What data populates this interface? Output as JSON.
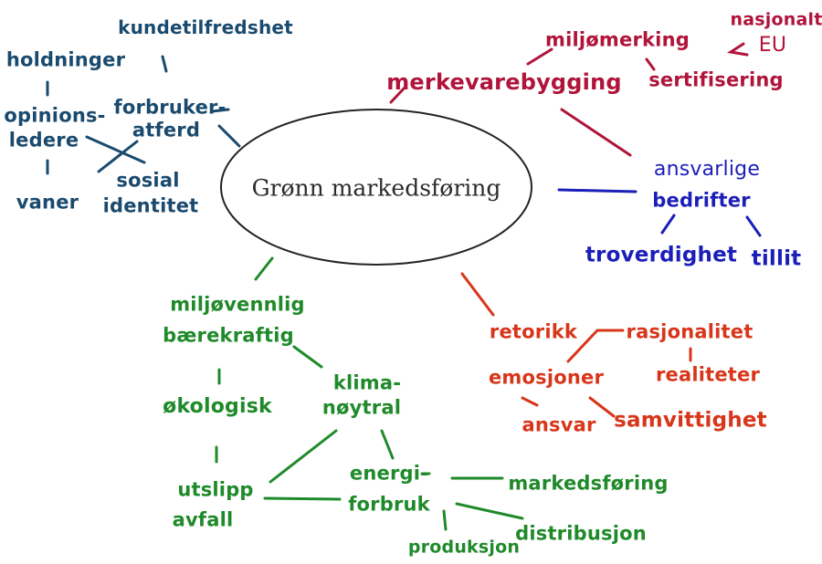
{
  "center": {
    "text": "Grønn markedsføring"
  },
  "colors": {
    "consumer": "#1a4a6e",
    "brand": "#b0143a",
    "responsible": "#1b1fb8",
    "sustainability": "#1f8a2a",
    "rhetoric": "#d8361a",
    "outline": "#222222"
  },
  "nodes": {
    "kundetilfredshet": "kundetilfredshet",
    "holdninger": "holdninger",
    "opinionsledere_1": "opinions-",
    "opinionsledere_2": "ledere",
    "forbrukeratferd_1": "forbruker-",
    "forbrukeratferd_2": "atferd",
    "vaner": "vaner",
    "sosial_1": "sosial",
    "sosial_2": "identitet",
    "merkevarebygging": "merkevarebygging",
    "miljomerking": "miljømerking",
    "sertifisering": "sertifisering",
    "nasjonalt": "nasjonalt",
    "eu": "EU",
    "ansvarlige_1": "ansvarlige",
    "ansvarlige_2": "bedrifter",
    "troverdighet": "troverdighet",
    "tillit": "tillit",
    "miljovennlig": "miljøvennlig",
    "baerekraftig": "bærekraftig",
    "okologisk": "økologisk",
    "klima_1": "klima-",
    "klima_2": "nøytral",
    "utslipp_1": "utslipp",
    "utslipp_2": "avfall",
    "energi_1": "energi-",
    "energi_2": "forbruk",
    "markedsforing": "markedsføring",
    "distribusjon": "distribusjon",
    "produksjon": "produksjon",
    "retorikk": "retorikk",
    "rasjonalitet": "rasjonalitet",
    "realiteter": "realiteter",
    "emosjoner": "emosjoner",
    "ansvar": "ansvar",
    "samvittighet": "samvittighet"
  }
}
